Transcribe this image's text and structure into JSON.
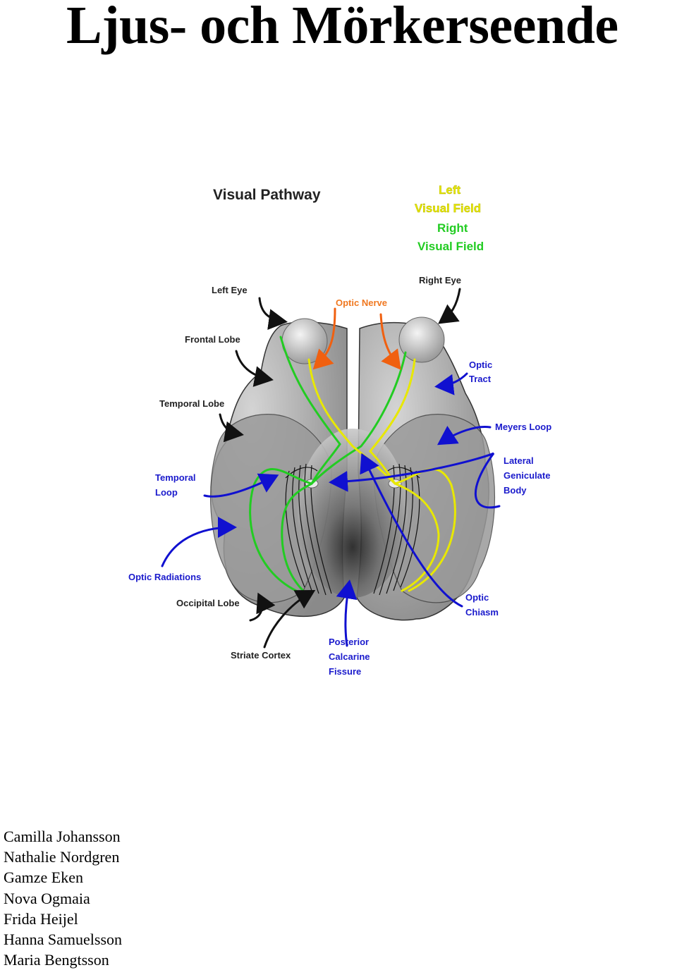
{
  "document": {
    "title": "Ljus- och Mörkerseende"
  },
  "figure": {
    "heading": "Visual Pathway",
    "legend": {
      "line1": "Left",
      "line2": "Visual Field",
      "line3": "Right",
      "line4": "Visual Field",
      "left_color": "#e8e800",
      "right_color": "#22cc22"
    },
    "labels": {
      "left_eye": "Left Eye",
      "right_eye": "Right Eye",
      "optic_nerve": "Optic Nerve",
      "frontal_lobe": "Frontal Lobe",
      "optic_tract_1": "Optic",
      "optic_tract_2": "Tract",
      "temporal_lobe": "Temporal Lobe",
      "meyers_loop": "Meyers Loop",
      "temporal_loop_1": "Temporal",
      "temporal_loop_2": "Loop",
      "lgb_1": "Lateral",
      "lgb_2": "Geniculate",
      "lgb_3": "Body",
      "optic_radiations": "Optic Radiations",
      "occipital_lobe": "Occipital Lobe",
      "optic_chiasm_1": "Optic",
      "optic_chiasm_2": "Chiasm",
      "striate_cortex": "Striate Cortex",
      "pcf_1": "Posterior",
      "pcf_2": "Calcarine",
      "pcf_3": "Fissure"
    },
    "colors": {
      "blue_label": "#1a1acc",
      "orange_label": "#f07820",
      "arrow_blue": "#1010d0",
      "arrow_orange": "#f06010"
    }
  },
  "authors": [
    "Camilla Johansson",
    "Nathalie Nordgren",
    "Gamze Eken",
    "Nova Ogmaia",
    "Frida Heijel",
    "Hanna Samuelsson",
    "Maria Bengtsson"
  ]
}
